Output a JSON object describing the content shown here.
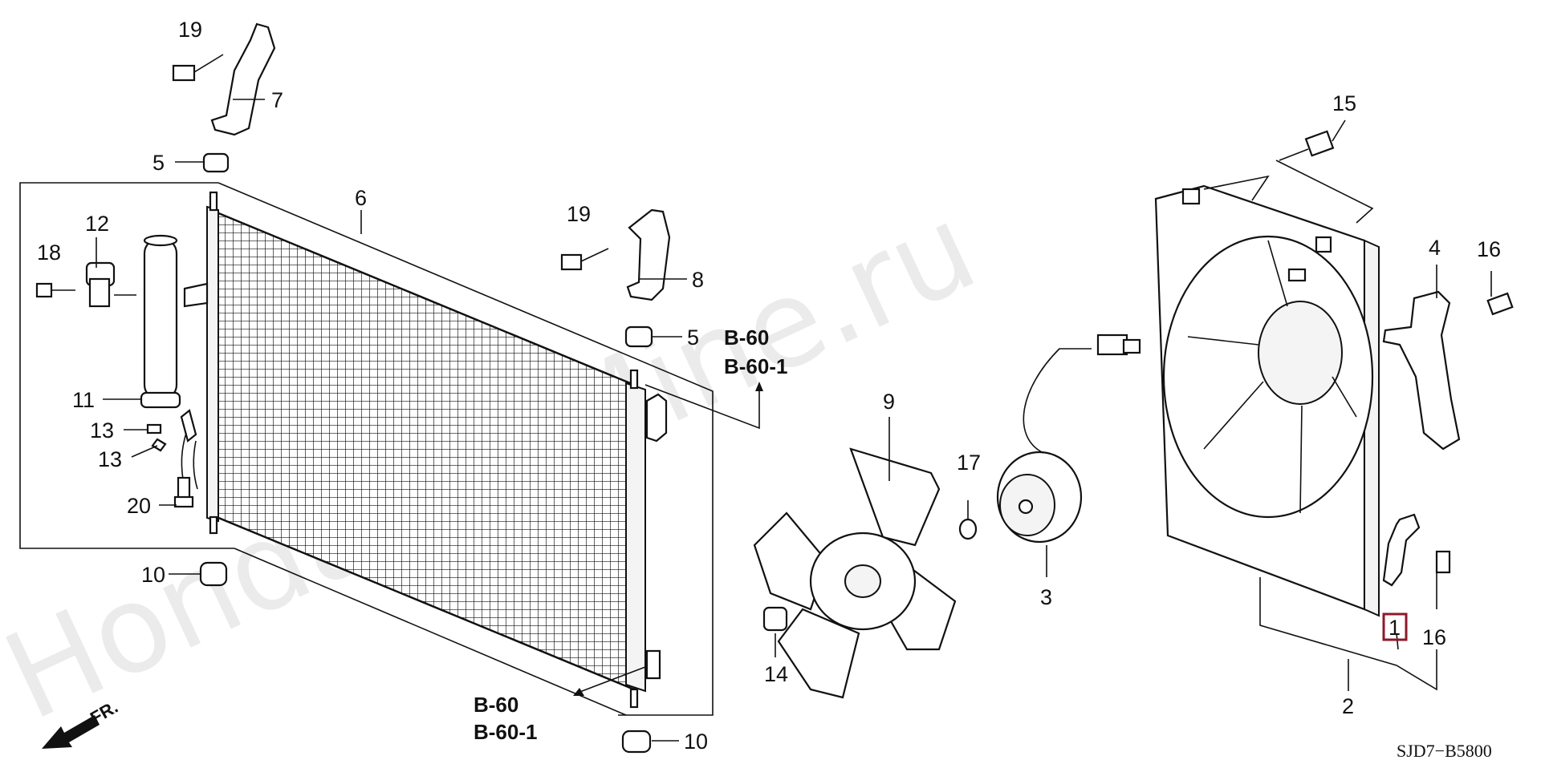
{
  "watermark": "HondaCarMine.ru",
  "diagram_code": "SJD7−B5800",
  "direction_label": "FR.",
  "highlighted_part": "1",
  "callouts": {
    "p19a": "19",
    "p7": "7",
    "p5a": "5",
    "p6": "6",
    "p12": "12",
    "p18": "18",
    "p11": "11",
    "p13a": "13",
    "p13b": "13",
    "p20": "20",
    "p10a": "10",
    "p19b": "19",
    "p8": "8",
    "p5b": "5",
    "p9": "9",
    "p17": "17",
    "p3": "3",
    "p14": "14",
    "p10b": "10",
    "p15": "15",
    "p4": "4",
    "p16a": "16",
    "p1": "1",
    "p16b": "16",
    "p2": "2"
  },
  "references": {
    "top": [
      "B-60",
      "B-60-1"
    ],
    "bottom": [
      "B-60",
      "B-60-1"
    ]
  }
}
